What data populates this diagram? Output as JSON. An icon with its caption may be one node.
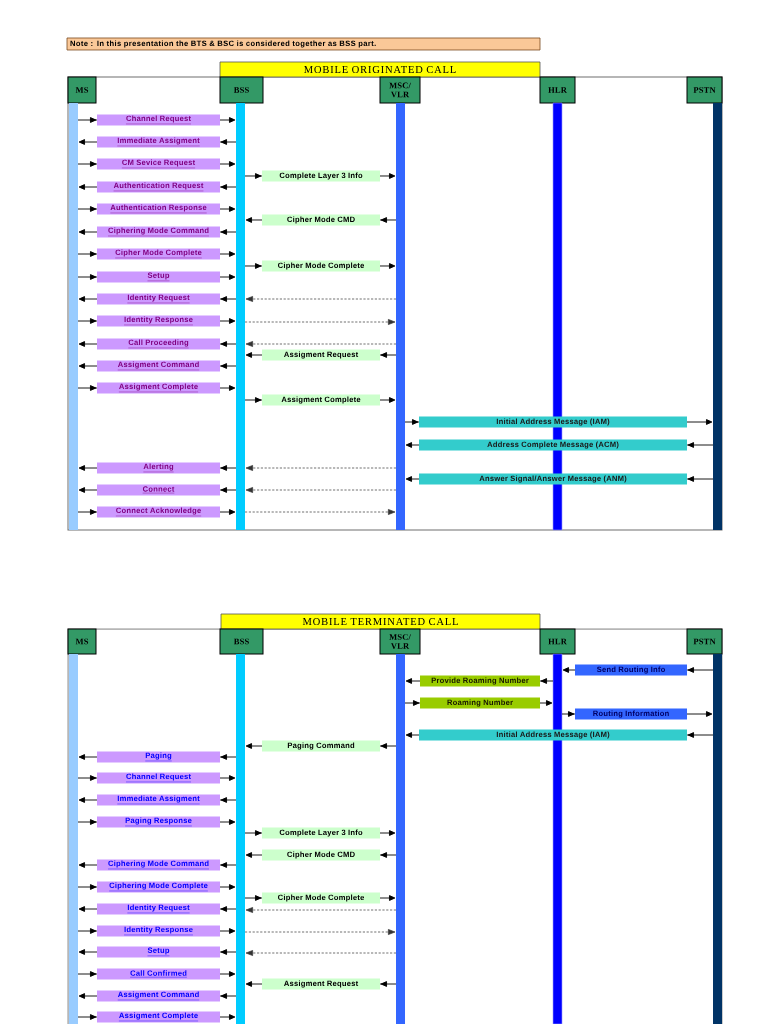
{
  "diagram": {
    "nodes": [
      {
        "text": [
          "Note : In this presentation the BTS & BSC is considered together as BSS part."
        ]
      },
      {
        "text": [
          "MOBILE ORIGINATED CALL"
        ]
      },
      {
        "text": [
          "MS"
        ]
      },
      {
        "text": [
          "BSS"
        ]
      },
      {
        "text": [
          "MSC/ VLR"
        ]
      },
      {
        "text": [
          "HLR"
        ]
      },
      {
        "text": [
          "PSTN"
        ]
      },
      {
        "text": [],
        "shape": "bar"
      },
      {
        "text": [],
        "shape": "bar"
      },
      {
        "text": [],
        "shape": "bar"
      },
      {
        "text": [],
        "shape": "bar"
      },
      {
        "text": [],
        "shape": "bar"
      },
      {
        "text": [
          "MOBILE TERMINATED CALL"
        ]
      },
      {
        "text": [
          "MS"
        ]
      },
      {
        "text": [
          "BSS"
        ]
      },
      {
        "text": [
          "MSC/ VLR"
        ]
      },
      {
        "text": [
          "HLR"
        ]
      },
      {
        "text": [
          "PSTN"
        ]
      },
      {
        "text": [],
        "shape": "bar"
      },
      {
        "text": [],
        "shape": "bar"
      },
      {
        "text": [],
        "shape": "bar"
      },
      {
        "text": [],
        "shape": "bar"
      },
      {
        "text": [],
        "shape": "bar"
      }
    ],
    "edges": [
      {
        "from": 7,
        "to": 8,
        "arrow": "to",
        "label": "Channel Request"
      },
      {
        "from": 8,
        "to": 7,
        "arrow": "to",
        "label": "Immediate Assigment"
      },
      {
        "from": 7,
        "to": 8,
        "arrow": "to",
        "label": "CM Sevice Request"
      },
      {
        "from": 8,
        "to": 9,
        "arrow": "to",
        "label": "Complete Layer 3 Info"
      },
      {
        "from": 8,
        "to": 7,
        "arrow": "to",
        "label": "Authentication Request"
      },
      {
        "from": 7,
        "to": 8,
        "arrow": "to",
        "label": "Authentication Response"
      },
      {
        "from": 9,
        "to": 8,
        "arrow": "to",
        "label": "Cipher Mode CMD"
      },
      {
        "from": 8,
        "to": 7,
        "arrow": "to",
        "label": "Ciphering Mode Command"
      },
      {
        "from": 7,
        "to": 8,
        "arrow": "to",
        "label": "Cipher Mode Complete"
      },
      {
        "from": 8,
        "to": 9,
        "arrow": "to",
        "label": "Cipher Mode Complete"
      },
      {
        "from": 7,
        "to": 8,
        "arrow": "to",
        "label": "Setup"
      },
      {
        "from": 8,
        "to": 7,
        "arrow": "to",
        "label": "Identity Request"
      },
      {
        "from": 9,
        "to": 8,
        "arrow": "to",
        "style": "dashed"
      },
      {
        "from": 7,
        "to": 8,
        "arrow": "to",
        "label": "Identity Response"
      },
      {
        "from": 8,
        "to": 9,
        "arrow": "to",
        "style": "dashed"
      },
      {
        "from": 8,
        "to": 7,
        "arrow": "to",
        "label": "Call Proceeding"
      },
      {
        "from": 9,
        "to": 8,
        "arrow": "to",
        "style": "dashed"
      },
      {
        "from": 9,
        "to": 8,
        "arrow": "to",
        "label": "Assigment Request"
      },
      {
        "from": 8,
        "to": 7,
        "arrow": "to",
        "label": "Assigment Command"
      },
      {
        "from": 7,
        "to": 8,
        "arrow": "to",
        "label": "Assigment Complete"
      },
      {
        "from": 8,
        "to": 9,
        "arrow": "to",
        "label": "Assigment Complete"
      },
      {
        "from": 9,
        "to": 11,
        "arrow": "to",
        "label": "Initial Address Message (IAM)"
      },
      {
        "from": 11,
        "to": 9,
        "arrow": "to",
        "label": "Address Complete Message (ACM)"
      },
      {
        "from": 8,
        "to": 7,
        "arrow": "to",
        "label": "Alerting"
      },
      {
        "from": 9,
        "to": 8,
        "arrow": "to",
        "style": "dashed"
      },
      {
        "from": 11,
        "to": 9,
        "arrow": "to",
        "label": "Answer Signal/Answer Message (ANM)"
      },
      {
        "from": 8,
        "to": 7,
        "arrow": "to",
        "label": "Connect"
      },
      {
        "from": 9,
        "to": 8,
        "arrow": "to",
        "style": "dashed"
      },
      {
        "from": 7,
        "to": 8,
        "arrow": "to",
        "label": "Connect Acknowledge"
      },
      {
        "from": 8,
        "to": 9,
        "arrow": "to",
        "style": "dashed"
      },
      {
        "from": 22,
        "to": 21,
        "arrow": "to",
        "label": "Send Routing Info"
      },
      {
        "from": 21,
        "to": 20,
        "arrow": "to",
        "label": "Provide Roaming Number"
      },
      {
        "from": 20,
        "to": 21,
        "arrow": "to",
        "label": "Roaming Number"
      },
      {
        "from": 21,
        "to": 22,
        "arrow": "to",
        "label": "Routing Information"
      },
      {
        "from": 22,
        "to": 20,
        "arrow": "to",
        "label": "Initial Address Message (IAM)"
      },
      {
        "from": 20,
        "to": 19,
        "arrow": "to",
        "label": "Paging Command"
      },
      {
        "from": 19,
        "to": 18,
        "arrow": "to",
        "label": "Paging"
      },
      {
        "from": 18,
        "to": 19,
        "arrow": "to",
        "label": "Channel Request"
      },
      {
        "from": 19,
        "to": 18,
        "arrow": "to",
        "label": "Immediate Assigment"
      },
      {
        "from": 18,
        "to": 19,
        "arrow": "to",
        "label": "Paging Response"
      },
      {
        "from": 19,
        "to": 20,
        "arrow": "to",
        "label": "Complete Layer 3 Info"
      },
      {
        "from": 20,
        "to": 19,
        "arrow": "to",
        "label": "Cipher Mode CMD"
      },
      {
        "from": 19,
        "to": 18,
        "arrow": "to",
        "label": "Ciphering Mode Command"
      },
      {
        "from": 18,
        "to": 19,
        "arrow": "to",
        "label": "Ciphering Mode Complete"
      },
      {
        "from": 19,
        "to": 20,
        "arrow": "to",
        "label": "Cipher Mode Complete"
      },
      {
        "from": 19,
        "to": 18,
        "arrow": "to",
        "label": "Identity Request"
      },
      {
        "from": 20,
        "to": 19,
        "arrow": "to",
        "style": "dashed"
      },
      {
        "from": 18,
        "to": 19,
        "arrow": "to",
        "label": "Identity Response"
      },
      {
        "from": 19,
        "to": 20,
        "arrow": "to",
        "style": "dashed"
      },
      {
        "from": 19,
        "to": 18,
        "arrow": "to",
        "label": "Setup"
      },
      {
        "from": 20,
        "to": 19,
        "arrow": "to",
        "style": "dashed"
      },
      {
        "from": 18,
        "to": 19,
        "arrow": "to",
        "label": "Call Confirmed"
      },
      {
        "from": 20,
        "to": 19,
        "arrow": "to",
        "label": "Assigment Request"
      },
      {
        "from": 19,
        "to": 18,
        "arrow": "to",
        "label": "Assigment Command"
      },
      {
        "from": 18,
        "to": 19,
        "arrow": "to",
        "label": "Assigment Complete"
      }
    ]
  }
}
